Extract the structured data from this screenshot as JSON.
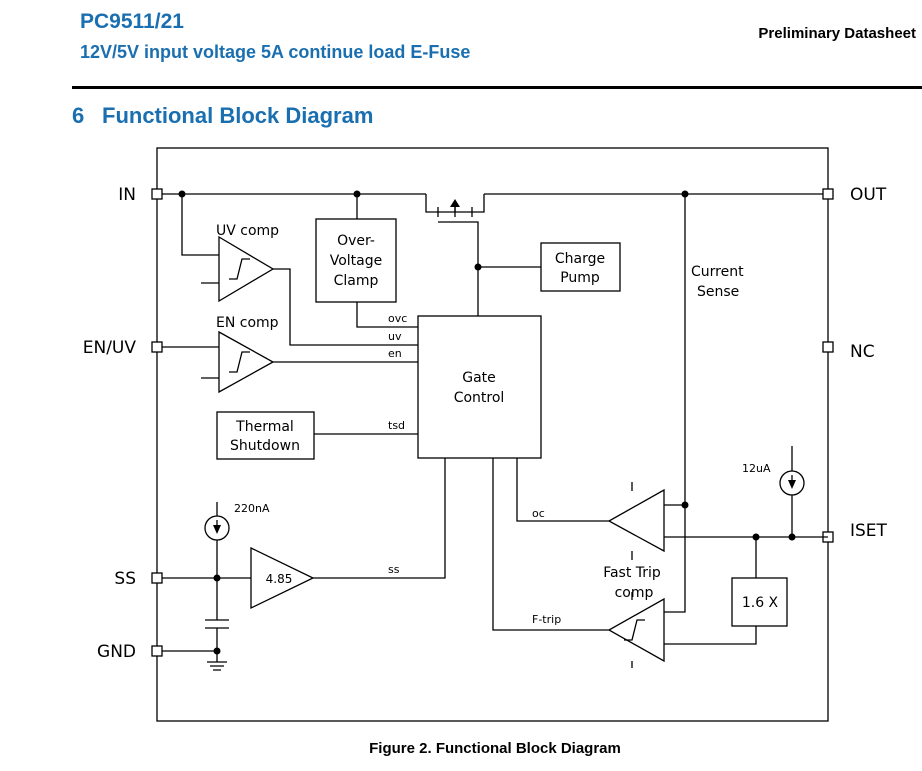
{
  "header": {
    "part_number": "PC9511/21",
    "description": "12V/5V input voltage 5A continue load E-Fuse",
    "doc_status": "Preliminary Datasheet"
  },
  "section": {
    "number": "6",
    "title": "Functional Block Diagram"
  },
  "diagram": {
    "pins_left": {
      "in": "IN",
      "en_uv": "EN/UV",
      "ss": "SS",
      "gnd": "GND"
    },
    "pins_right": {
      "out": "OUT",
      "nc": "NC",
      "iset": "ISET"
    },
    "blocks": {
      "uv_comp": "UV comp",
      "en_comp": "EN comp",
      "ovc_line1": "Over-",
      "ovc_line2": "Voltage",
      "ovc_line3": "Clamp",
      "cp_line1": "Charge",
      "cp_line2": "Pump",
      "gate_line1": "Gate",
      "gate_line2": "Control",
      "ts_line1": "Thermal",
      "ts_line2": "Shutdown",
      "ss_amp": "4.85",
      "ft_line1": "Fast Trip",
      "ft_line2": "comp",
      "gain": "1.6 X",
      "cs_line1": "Current",
      "cs_line2": "Sense"
    },
    "signals": {
      "ovc": "ovc",
      "uv": "uv",
      "en": "en",
      "tsd": "tsd",
      "ss": "ss",
      "oc": "oc",
      "ftrip": "F-trip",
      "i_ss": "220nA",
      "i_iset": "12uA"
    }
  },
  "caption": "Figure 2. Functional Block Diagram"
}
